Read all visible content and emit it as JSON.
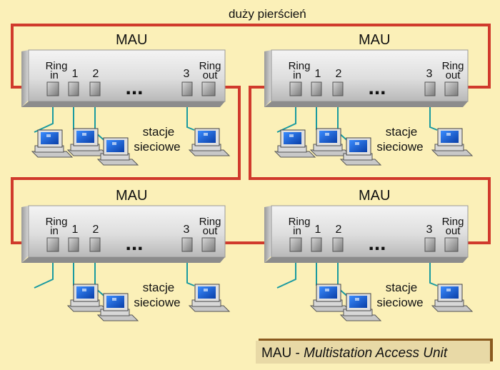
{
  "ring_label": "duży pierścień",
  "mau_label": "MAU",
  "ports": {
    "ring_in": [
      "Ring",
      "in"
    ],
    "p1": "1",
    "p2": "2",
    "dots": "...",
    "p3": "3",
    "ring_out": [
      "Ring",
      "out"
    ]
  },
  "stations_label": [
    "stacje",
    "sieciowe"
  ],
  "legend": {
    "abbr": "MAU",
    "dash": " - ",
    "full": "Multistation Access Unit"
  },
  "colors": {
    "background": "#fbf0b8",
    "ring_cable": "#d03a2c",
    "station_cable": "#1a9aa0",
    "mau_body": "#dcdcdc",
    "screen": "#1560d0"
  },
  "units": [
    {
      "id": "top-left"
    },
    {
      "id": "top-right"
    },
    {
      "id": "bottom-left"
    },
    {
      "id": "bottom-right"
    }
  ]
}
